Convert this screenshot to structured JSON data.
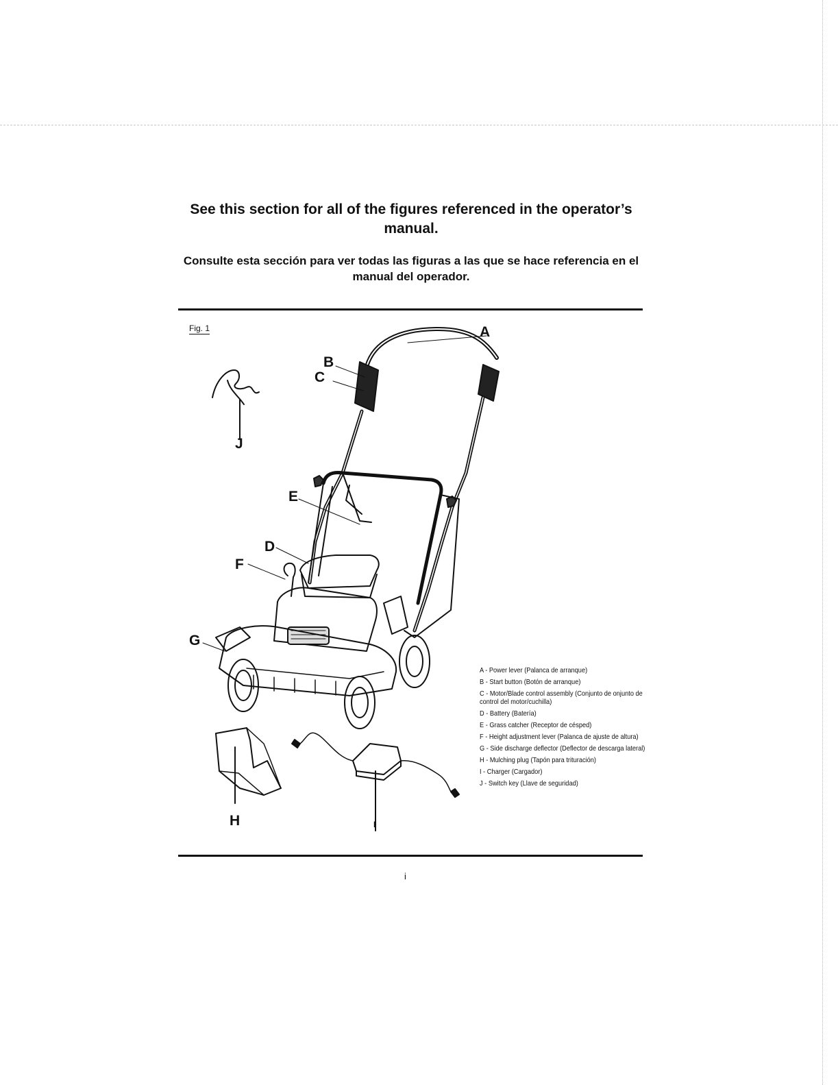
{
  "heading": {
    "english": "See this section for all of the figures referenced in the operator’s manual.",
    "spanish": "Consulte esta sección para ver todas las figuras a las que se hace referencia en el manual del operador."
  },
  "figure": {
    "label": "Fig. 1",
    "callouts": {
      "a": "A",
      "b": "B",
      "c": "C",
      "d": "D",
      "e": "E",
      "f": "F",
      "g": "G",
      "h": "H",
      "i": "I",
      "j": "J"
    }
  },
  "legend": [
    "A - Power lever (Palanca de arranque)",
    "B - Start button (Botón de arranque)",
    "C - Motor/Blade control assembly (Conjunto de onjunto de control del motor/cuchilla)",
    "D - Battery (Batería)",
    "E - Grass catcher (Receptor de césped)",
    "F - Height adjustment lever (Palanca de ajuste de altura)",
    "G - Side discharge deflector (Deflector de descarga lateral)",
    "H - Mulching plug (Tapón para trituración)",
    "I - Charger (Cargador)",
    "J - Switch key (Llave de seguridad)"
  ],
  "page_number": "i"
}
